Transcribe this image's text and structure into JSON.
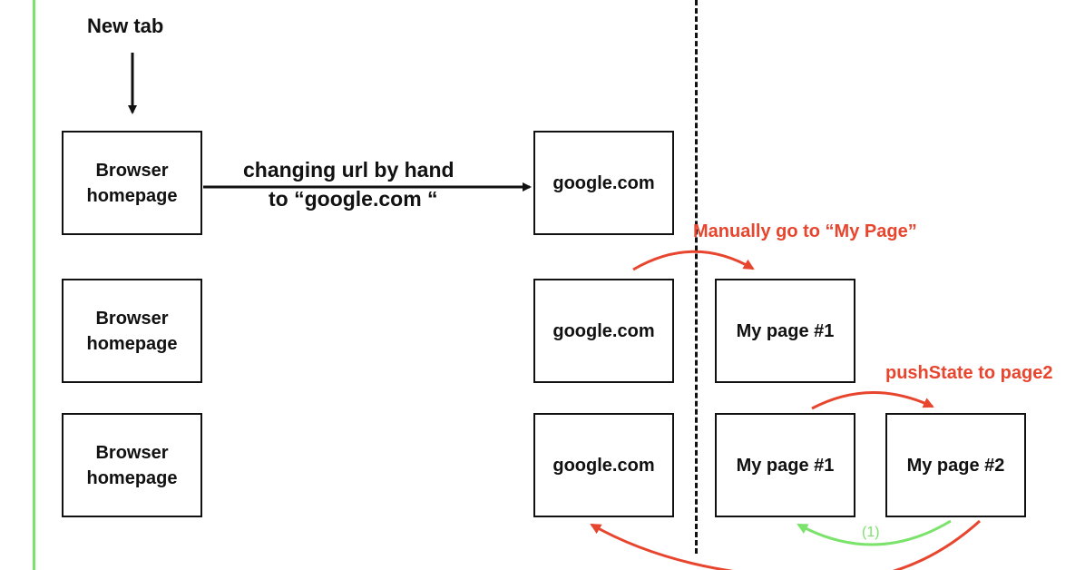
{
  "labels": {
    "new_tab": "New tab",
    "changing_url_line1": "changing url by hand",
    "changing_url_line2": "to “google.com “",
    "manually_go": "Manually go to “My Page”",
    "pushstate": "pushState to page2",
    "back_step": "(1)"
  },
  "boxes": {
    "browser_homepage_1": "Browser homepage",
    "browser_homepage_2": "Browser homepage",
    "browser_homepage_3": "Browser homepage",
    "google_1": "google.com",
    "google_2": "google.com",
    "google_3": "google.com",
    "my_page_1_row2": "My page #1",
    "my_page_1_row3": "My page #1",
    "my_page_2_row3": "My page #2"
  },
  "colors": {
    "black": "#111111",
    "red": "#e8452e",
    "green": "#7be36b"
  }
}
